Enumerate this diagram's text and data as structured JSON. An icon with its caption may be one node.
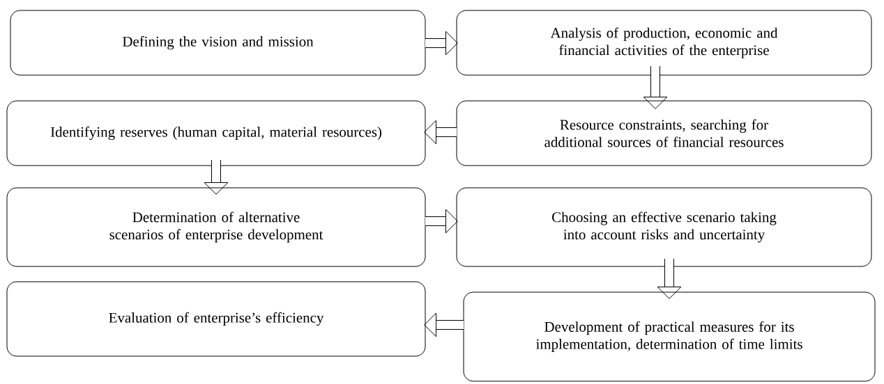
{
  "diagram": {
    "nodes": [
      {
        "text": [
          "Defining the vision and mission"
        ]
      },
      {
        "text": [
          "Analysis of production, economic and financial activities of the enterprise"
        ]
      },
      {
        "text": [
          "Identifying reserves (human capital, material resources)"
        ]
      },
      {
        "text": [
          "Resource constraints, searching for additional sources of financial resources"
        ]
      },
      {
        "text": [
          "Determination of alternative scenarios of enterprise development"
        ]
      },
      {
        "text": [
          "Choosing an effective scenario taking into account risks and uncertainty"
        ]
      },
      {
        "text": [
          "Evaluation of enterprise’s efficiency"
        ]
      },
      {
        "text": [
          "Development of practical measures for its implementation, determination of time limits"
        ]
      }
    ],
    "edges": [
      {
        "from": 0,
        "to": 1,
        "arrow": "to"
      },
      {
        "from": 1,
        "to": 3,
        "arrow": "to"
      },
      {
        "from": 3,
        "to": 2,
        "arrow": "to"
      },
      {
        "from": 2,
        "to": 4,
        "arrow": "to"
      },
      {
        "from": 4,
        "to": 5,
        "arrow": "to"
      },
      {
        "from": 5,
        "to": 7,
        "arrow": "to"
      },
      {
        "from": 7,
        "to": 6,
        "arrow": "to"
      }
    ]
  }
}
